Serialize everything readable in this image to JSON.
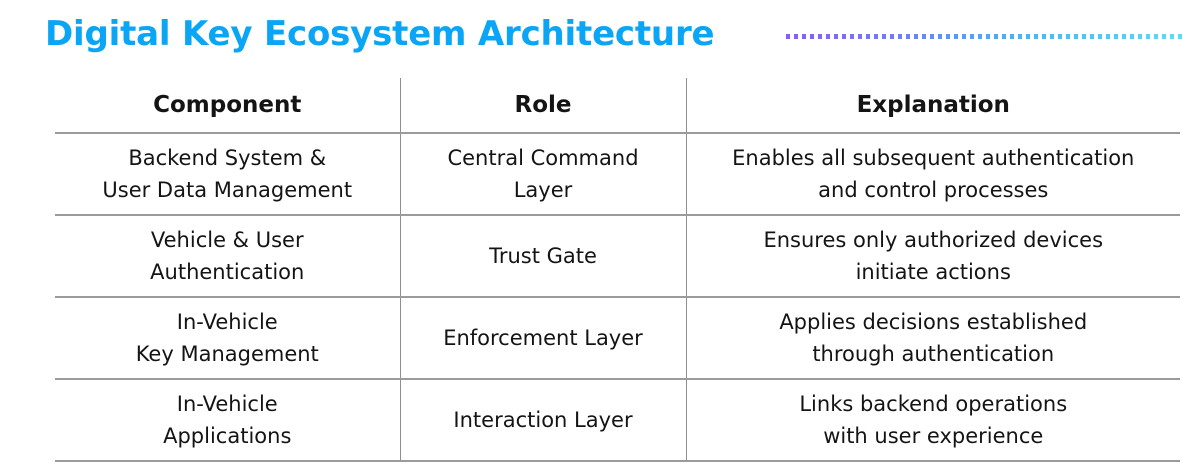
{
  "title": {
    "text": "Digital Key Ecosystem Architecture",
    "color": "#0aa5f5"
  },
  "decoration": {
    "name": "dotted-gradient-rule",
    "gradient_from": "#8b5cf6",
    "gradient_to": "#5ddcf0"
  },
  "table": {
    "columns": [
      "Component",
      "Role",
      "Explanation"
    ],
    "rows": [
      {
        "component_line1": "Backend System &",
        "component_line2": "User Data Management",
        "role_line1": "Central Command",
        "role_line2": "Layer",
        "explanation_line1": "Enables all subsequent authentication",
        "explanation_line2": "and control processes"
      },
      {
        "component_line1": "Vehicle & User",
        "component_line2": "Authentication",
        "role_line1": "Trust Gate",
        "role_line2": "",
        "explanation_line1": "Ensures only authorized devices",
        "explanation_line2": "initiate actions"
      },
      {
        "component_line1": "In-Vehicle",
        "component_line2": "Key Management",
        "role_line1": "Enforcement Layer",
        "role_line2": "",
        "explanation_line1": "Applies decisions established",
        "explanation_line2": "through authentication"
      },
      {
        "component_line1": "In-Vehicle",
        "component_line2": "Applications",
        "role_line1": "Interaction Layer",
        "role_line2": "",
        "explanation_line1": "Links backend operations",
        "explanation_line2": "with user experience"
      }
    ]
  }
}
